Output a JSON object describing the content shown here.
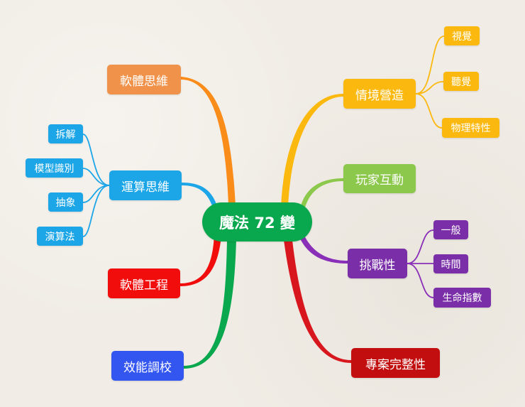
{
  "root": {
    "label": "魔法 72 變",
    "color": "#0aa84e"
  },
  "branches": {
    "software_thinking": {
      "label": "軟體思維",
      "color": "#f0924a",
      "line_color": "#fa8c1a"
    },
    "computational_thinking": {
      "label": "運算思維",
      "color": "#1ca6e8",
      "line_color": "#1ca6e8",
      "children": [
        {
          "label": "拆解"
        },
        {
          "label": "模型識別"
        },
        {
          "label": "抽象"
        },
        {
          "label": "演算法"
        }
      ]
    },
    "software_engineering": {
      "label": "軟體工程",
      "color": "#f20d0d",
      "line_color": "#f20d0d"
    },
    "performance_tuning": {
      "label": "效能調校",
      "color": "#3355f0",
      "line_color": "#0aa84e"
    },
    "scenario_building": {
      "label": "情境營造",
      "color": "#fbb910",
      "line_color": "#fbb910",
      "children": [
        {
          "label": "視覺"
        },
        {
          "label": "聽覺"
        },
        {
          "label": "物理特性"
        }
      ]
    },
    "player_interaction": {
      "label": "玩家互動",
      "color": "#8cc84b",
      "line_color": "#8cc84b"
    },
    "challenge": {
      "label": "挑戰性",
      "color": "#7a2ea8",
      "line_color": "#8a2fb8",
      "children": [
        {
          "label": "一般"
        },
        {
          "label": "時間"
        },
        {
          "label": "生命指數"
        }
      ]
    },
    "project_completeness": {
      "label": "專案完整性",
      "color": "#c20e0e",
      "line_color": "#d8161e"
    }
  }
}
